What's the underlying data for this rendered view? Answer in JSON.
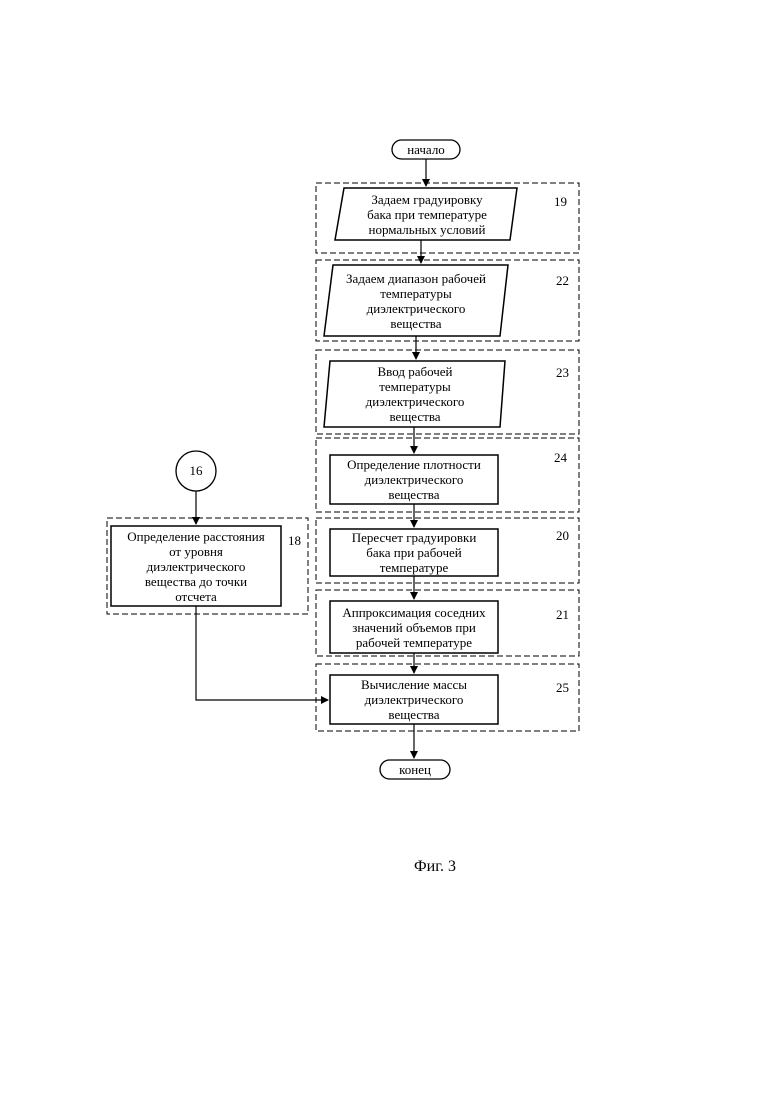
{
  "diagram": {
    "start": "начало",
    "end": "конец",
    "connector": "16",
    "caption": "Фиг. 3",
    "blocks": [
      {
        "id": "19",
        "lines": [
          "Задаем градуировку",
          "бака при температуре",
          "нормальных условий"
        ]
      },
      {
        "id": "22",
        "lines": [
          "Задаем диапазон рабочей",
          "температуры",
          "диэлектрического",
          "вещества"
        ]
      },
      {
        "id": "23",
        "lines": [
          "Ввод рабочей",
          "температуры",
          "диэлектрического",
          "вещества"
        ]
      },
      {
        "id": "24",
        "lines": [
          "Определение плотности",
          "диэлектрического",
          "вещества"
        ]
      },
      {
        "id": "20",
        "lines": [
          "Пересчет градуировки",
          "бака при рабочей",
          "температуре"
        ]
      },
      {
        "id": "21",
        "lines": [
          "Аппроксимация соседних",
          "значений объемов при",
          "рабочей температуре"
        ]
      },
      {
        "id": "25",
        "lines": [
          "Вычисление массы",
          "диэлектрического",
          "вещества"
        ]
      },
      {
        "id": "18",
        "lines": [
          "Определение расстояния",
          "от уровня",
          "диэлектрического",
          "вещества до точки",
          "отсчета"
        ]
      }
    ]
  }
}
